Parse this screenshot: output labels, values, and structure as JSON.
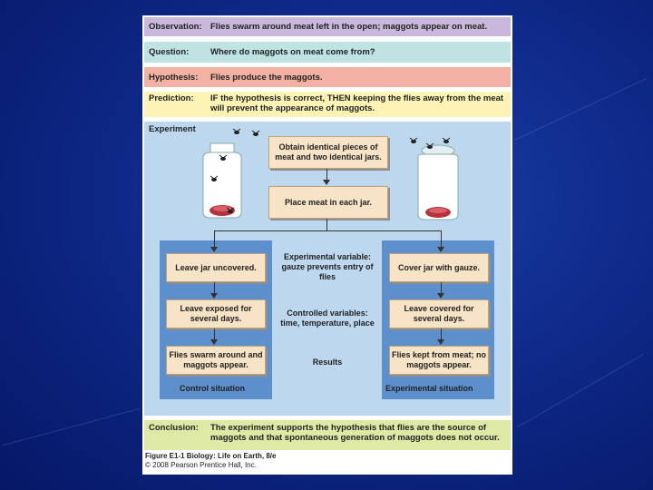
{
  "observation": {
    "label": "Observation:",
    "text": "Flies swarm around meat left in the open; maggots appear on meat."
  },
  "question": {
    "label": "Question:",
    "text": "Where do maggots on meat come from?"
  },
  "hypothesis": {
    "label": "Hypothesis:",
    "text": "Flies produce the maggots."
  },
  "prediction": {
    "label": "Prediction:",
    "text": "IF the hypothesis is correct, THEN keeping the flies away from the meat will prevent the appearance of maggots."
  },
  "experiment": {
    "title": "Experiment",
    "box_obtain": "Obtain identical pieces of meat and two identical jars.",
    "box_place": "Place meat in each jar.",
    "control_steps": [
      "Leave jar uncovered.",
      "Leave exposed for several days.",
      "Flies swarm around and maggots appear."
    ],
    "experimental_steps": [
      "Cover jar with gauze.",
      "Leave covered for several days.",
      "Flies kept from meat; no maggots appear."
    ],
    "experimental_variable": "Experimental variable: gauze prevents entry of flies",
    "controlled_variables": "Controlled variables: time, temperature, place",
    "results": "Results",
    "control_label": "Control situation",
    "experimental_label": "Experimental situation"
  },
  "conclusion": {
    "label": "Conclusion:",
    "text": "The experiment supports the hypothesis that flies are the source of maggots and that spontaneous generation of maggots does not occur."
  },
  "figure": {
    "caption_bold": "Figure E1-1 Biology: Life on Earth, 8/e",
    "copyright": "© 2008 Pearson Prentice Hall, Inc."
  },
  "colors": {
    "observation": "#c9b8dc",
    "question": "#bfe3e2",
    "hypothesis": "#f3b1a4",
    "prediction": "#fdf3b5",
    "experiment": "#bdd7ef",
    "conclusion": "#dde9a4",
    "background": "#0f2a8a"
  }
}
